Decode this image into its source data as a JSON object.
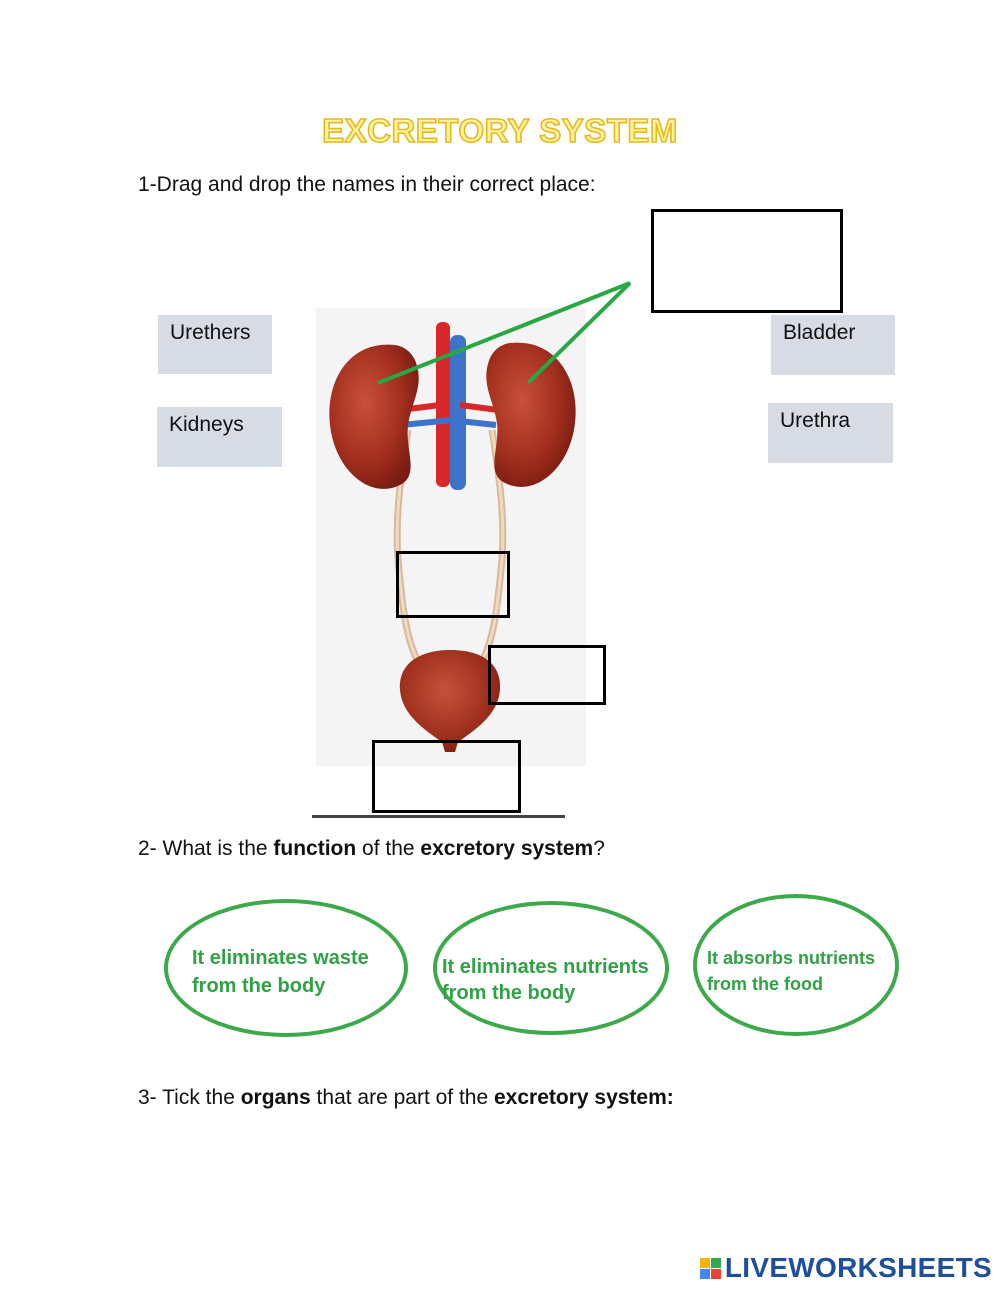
{
  "title": "EXCRETORY SYSTEM",
  "question1": "1-Drag and drop the names in their correct place:",
  "labels": [
    "Urethers",
    "Kidneys",
    "Bladder",
    "Urethra"
  ],
  "question2": {
    "p1": "2- What is the ",
    "b1": "function",
    "p2": " of the ",
    "b2": "excretory system",
    "p3": "?"
  },
  "options": [
    {
      "line1": "It eliminates waste",
      "line2": "from the body"
    },
    {
      "line1": "It eliminates nutrients",
      "line2": "from the body"
    },
    {
      "line1": "It absorbs nutrients",
      "line2": "from the food"
    }
  ],
  "question3": {
    "p1": "3- Tick the ",
    "b1": "organs",
    "p2": " that are part of the ",
    "b2": "excretory system:"
  },
  "brand": "LIVEWORKSHEETS",
  "colors": {
    "title_fill": "#fff3a6",
    "title_stroke": "#e8b817",
    "option_green": "#3caa4a",
    "chip_bg": "#d6dbe4",
    "brand_blue": "#1d4f9a"
  }
}
